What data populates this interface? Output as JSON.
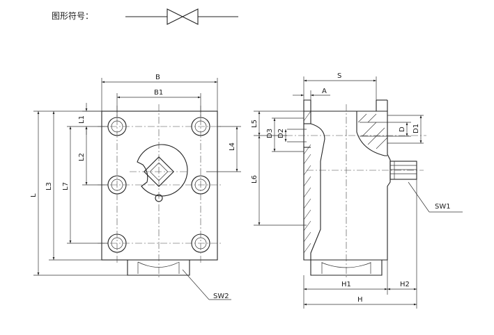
{
  "symbol_label": "图形符号：",
  "dimensions": {
    "B": "B",
    "B1": "B1",
    "S": "S",
    "A": "A",
    "L": "L",
    "L1": "L1",
    "L2": "L2",
    "L3": "L3",
    "L4": "L4",
    "L5": "L5",
    "L6": "L6",
    "L7": "L7",
    "D": "D",
    "D1": "D1",
    "D2": "D2",
    "D3": "D3",
    "H": "H",
    "H1": "H1",
    "H2": "H2",
    "SW1": "SW1",
    "SW2": "SW2"
  },
  "icons": {
    "valve_symbol": "gate-valve-symbol-icon",
    "arrows": "dimension-arrow-icon"
  }
}
